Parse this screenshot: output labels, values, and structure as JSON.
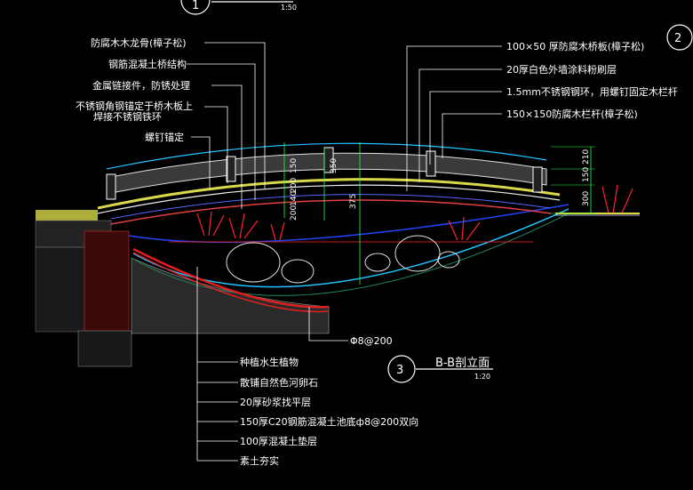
{
  "drawing": {
    "detail_markers": [
      {
        "num": "1",
        "scale": "1:50"
      },
      {
        "num": "2"
      },
      {
        "num": "3",
        "section": "B-B剖立面",
        "scale": "1:20"
      }
    ],
    "left_labels": [
      "防腐木木龙骨(樟子松)",
      "钢筋混凝土桥结构",
      "金属链接件，防锈处理",
      "不锈钢角钢锚定于桥木板上",
      "焊接不锈钢铁环",
      "螺钉锚定"
    ],
    "right_labels": [
      "100×50 厚防腐木桥板(樟子松)",
      "20厚白色外墙涂料粉刷层",
      "1.5mm不锈钢钢环，用螺钉固定木栏杆",
      "150×150防腐木栏杆(樟子松)"
    ],
    "bottom_labels": [
      "种植水生植物",
      "散铺自然色河卵石",
      "20厚砂浆找平层",
      "150厚C20钢筋混凝土池底ф8@200双向",
      "100厚混凝土垫层",
      "素土夯实"
    ],
    "rebar_label": "Φ8@200",
    "dimensions_mid": [
      "150",
      "200",
      "140",
      "200",
      "350",
      "375"
    ],
    "dimensions_right": [
      "210",
      "150",
      "300"
    ]
  }
}
